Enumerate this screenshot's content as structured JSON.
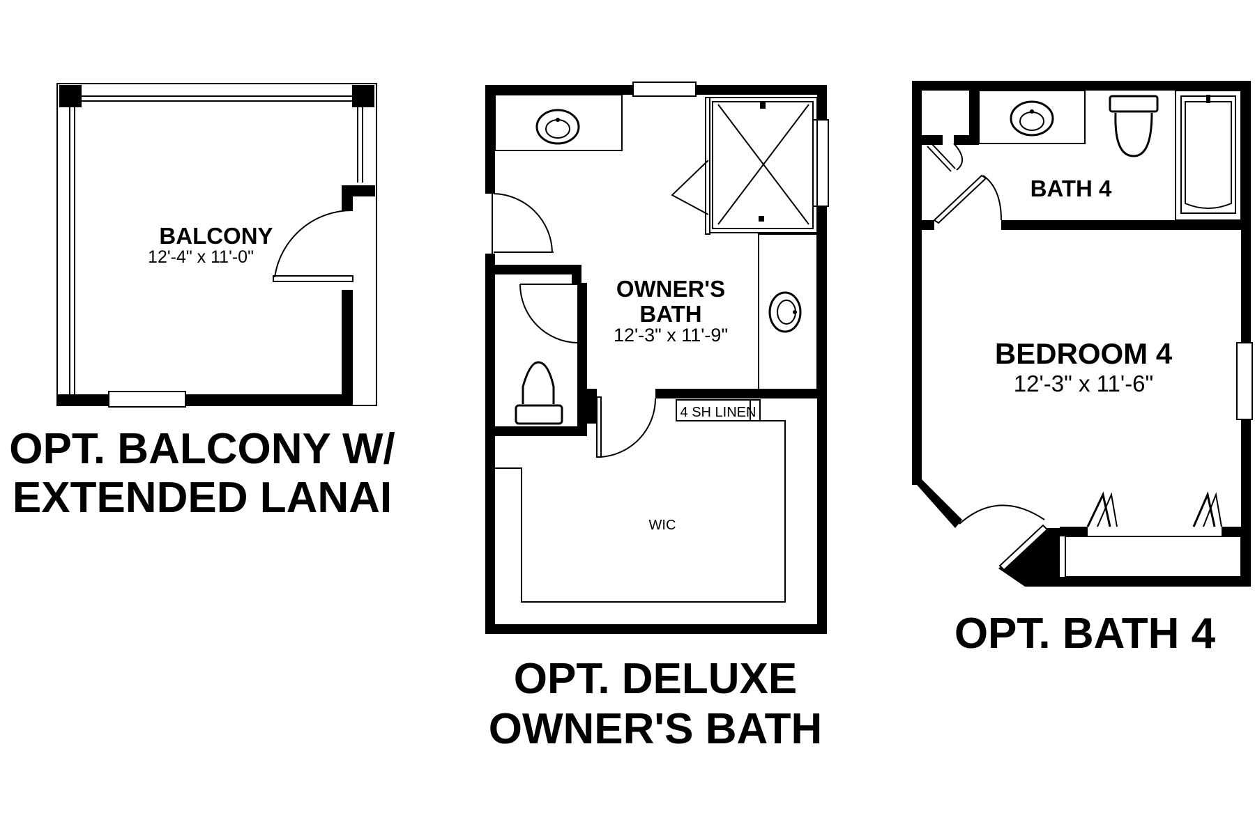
{
  "balcony": {
    "name": "BALCONY",
    "dims": "12'-4\" x 11'-0\"",
    "caption_line1": "OPT. BALCONY W/",
    "caption_line2": "EXTENDED LANAI"
  },
  "owners_bath": {
    "name_line1": "OWNER'S",
    "name_line2": "BATH",
    "dims": "12'-3\" x 11'-9\"",
    "linen_label": "4 SH LINEN",
    "wic_label": "WIC",
    "caption_line1": "OPT. DELUXE",
    "caption_line2": "OWNER'S BATH"
  },
  "bath4": {
    "bath_name": "BATH 4",
    "bedroom_name": "BEDROOM 4",
    "bedroom_dims": "12'-3\" x 11'-6\"",
    "caption": "OPT. BATH 4"
  },
  "colors": {
    "wall": "#000000",
    "background": "#ffffff"
  },
  "icons": [
    "sink-icon",
    "toilet-icon",
    "bathtub-icon",
    "shower-icon",
    "door-swing-icon",
    "window-icon"
  ]
}
